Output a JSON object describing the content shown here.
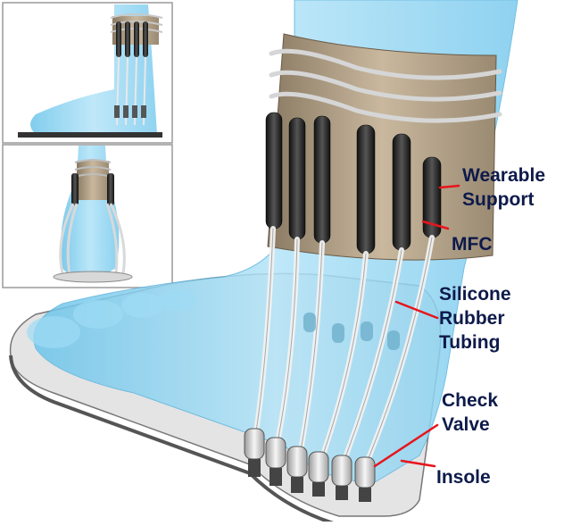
{
  "labels": {
    "wearable_support": [
      "Wearable",
      "Support"
    ],
    "mfc": [
      "MFC"
    ],
    "silicone_tubing": [
      "Silicone",
      "Rubber",
      "Tubing"
    ],
    "check_valve": [
      "Check",
      "Valve"
    ],
    "insole": [
      "Insole"
    ]
  },
  "colors": {
    "label_text": "#0d1a4a",
    "leader_line": "#e8141c",
    "skin": "#8fd3f0",
    "skin_dark": "#5fb6de",
    "support_band": "#b8a68c",
    "mfc_sleeve": "#2b2b2b",
    "insole": "#e4e4e4",
    "panel_border": "#9a9a9a"
  },
  "icons": {
    "top_inset": "foot-side-view-icon",
    "bottom_inset": "foot-front-view-icon"
  }
}
